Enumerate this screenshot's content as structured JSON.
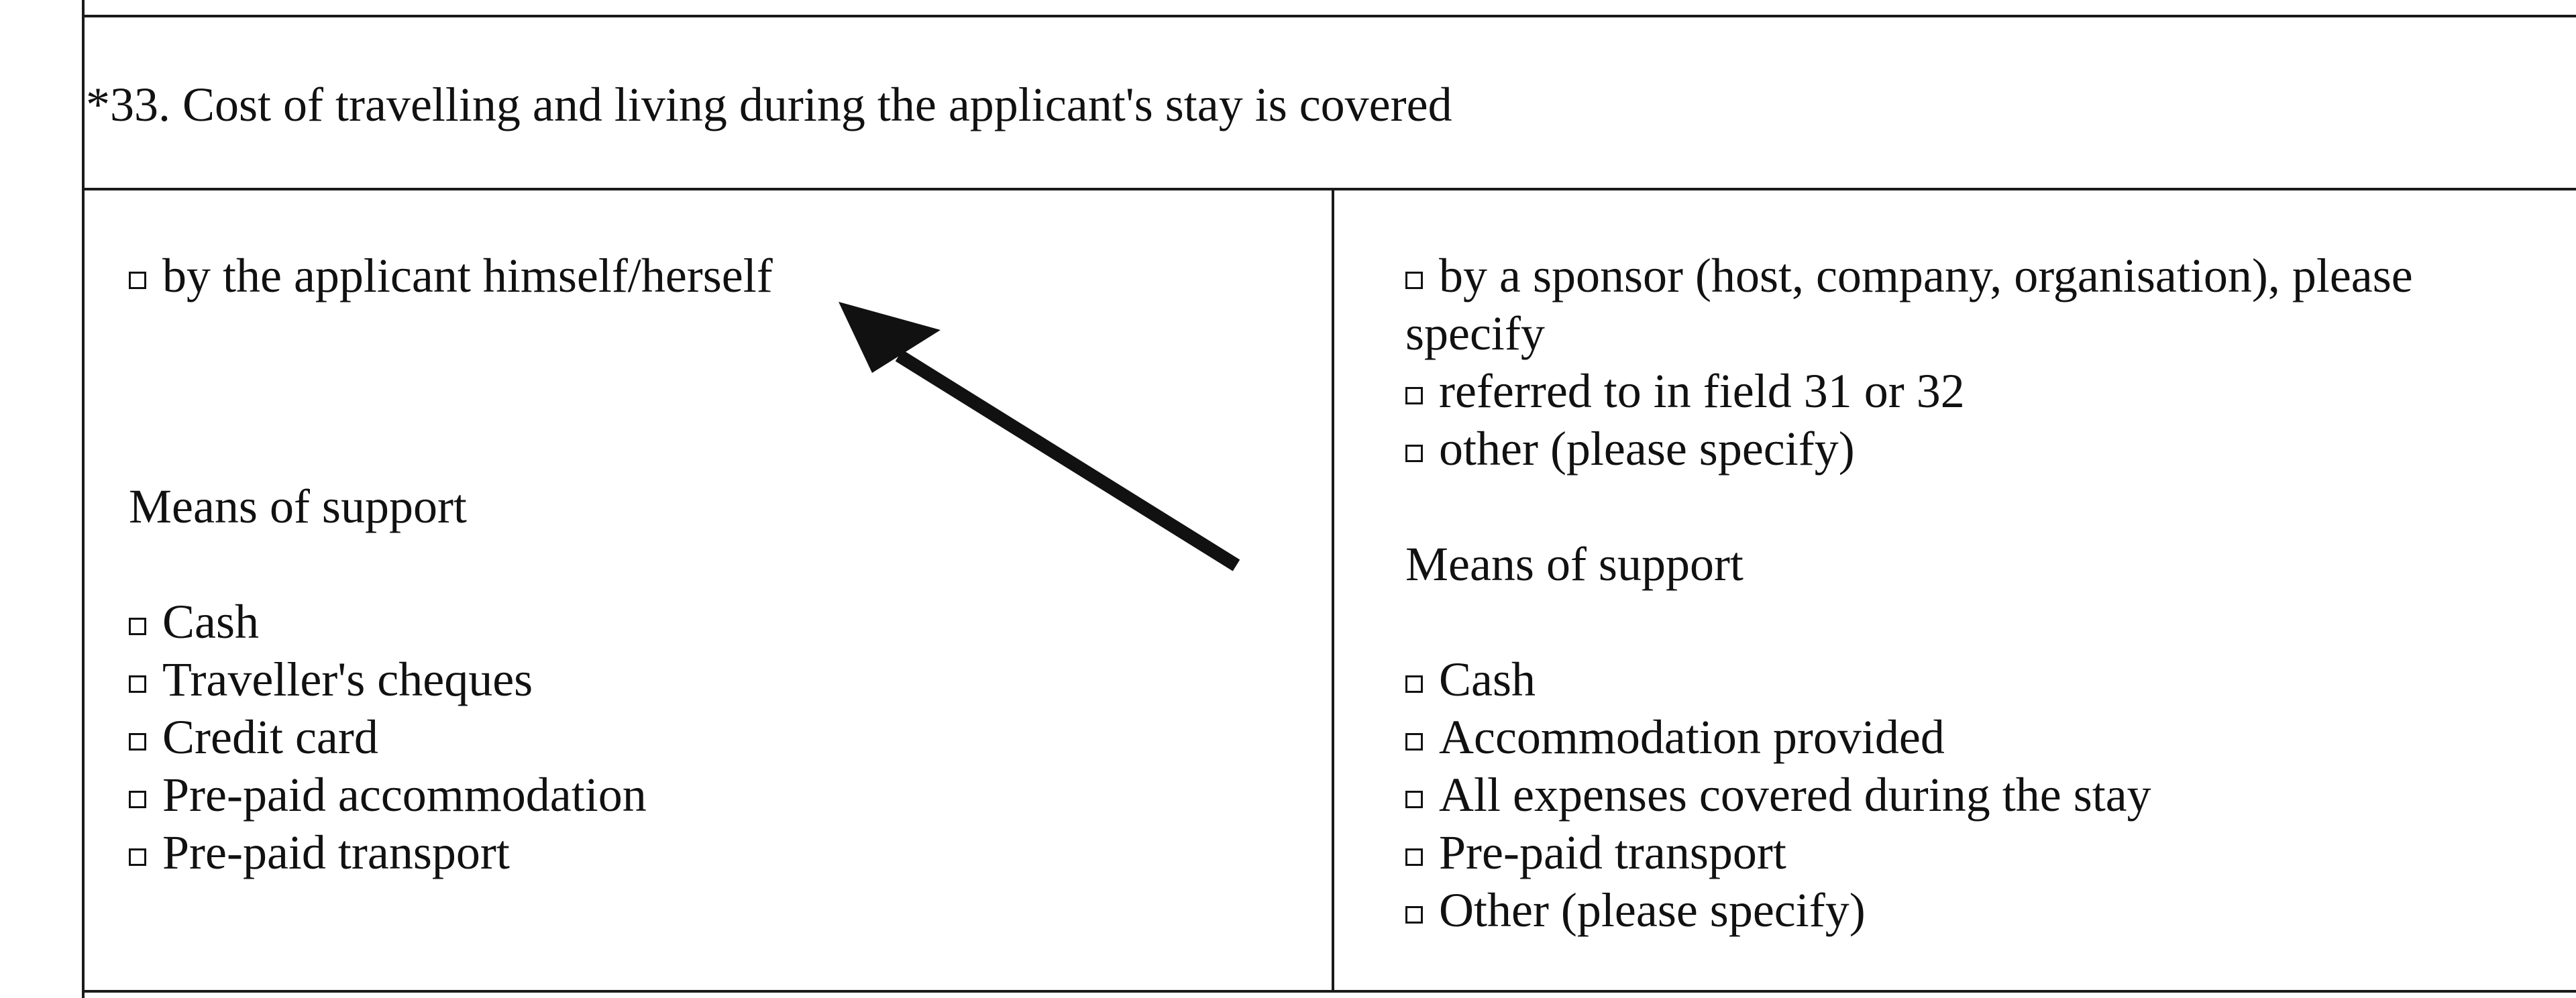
{
  "question": {
    "label": "*33. Cost of travelling and living during the applicant's stay is covered"
  },
  "left_column": {
    "primary_option": "by the applicant himself/herself",
    "means_heading": "Means of support",
    "means": [
      "Cash",
      "Traveller's cheques",
      "Credit card",
      "Pre-paid accommodation",
      "Pre-paid transport"
    ]
  },
  "right_column": {
    "primary_option_line1": "by a sponsor (host, company, organisation), please",
    "primary_option_line2": "specify",
    "sub_options": [
      "referred to in field 31 or 32",
      "other (please specify)"
    ],
    "means_heading": "Means of support",
    "means": [
      "Cash",
      "Accommodation provided",
      "All expenses covered during the stay",
      "Pre-paid transport",
      "Other (please specify)"
    ]
  },
  "annotation": {
    "icon": "arrow-icon",
    "color": "#111111"
  }
}
